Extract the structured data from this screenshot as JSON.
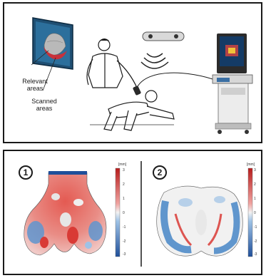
{
  "scene": {
    "labels": {
      "relevant": "Relevant areas",
      "scanned": "Scanned areas"
    }
  },
  "maps": [
    {
      "badge": "1",
      "unit": "[mm]",
      "ticks": [
        "3",
        "2",
        "1",
        "0",
        "-1",
        "-2",
        "-3"
      ]
    },
    {
      "badge": "2",
      "unit": "[mm]",
      "ticks": [
        "3",
        "2",
        "1",
        "0",
        "-1",
        "-2",
        "-3"
      ]
    }
  ],
  "colors": {
    "deviation_positive": "#d93a35",
    "deviation_zero": "#eeeeee",
    "deviation_negative": "#3c7fc4",
    "outline": "#1a1a1a"
  }
}
